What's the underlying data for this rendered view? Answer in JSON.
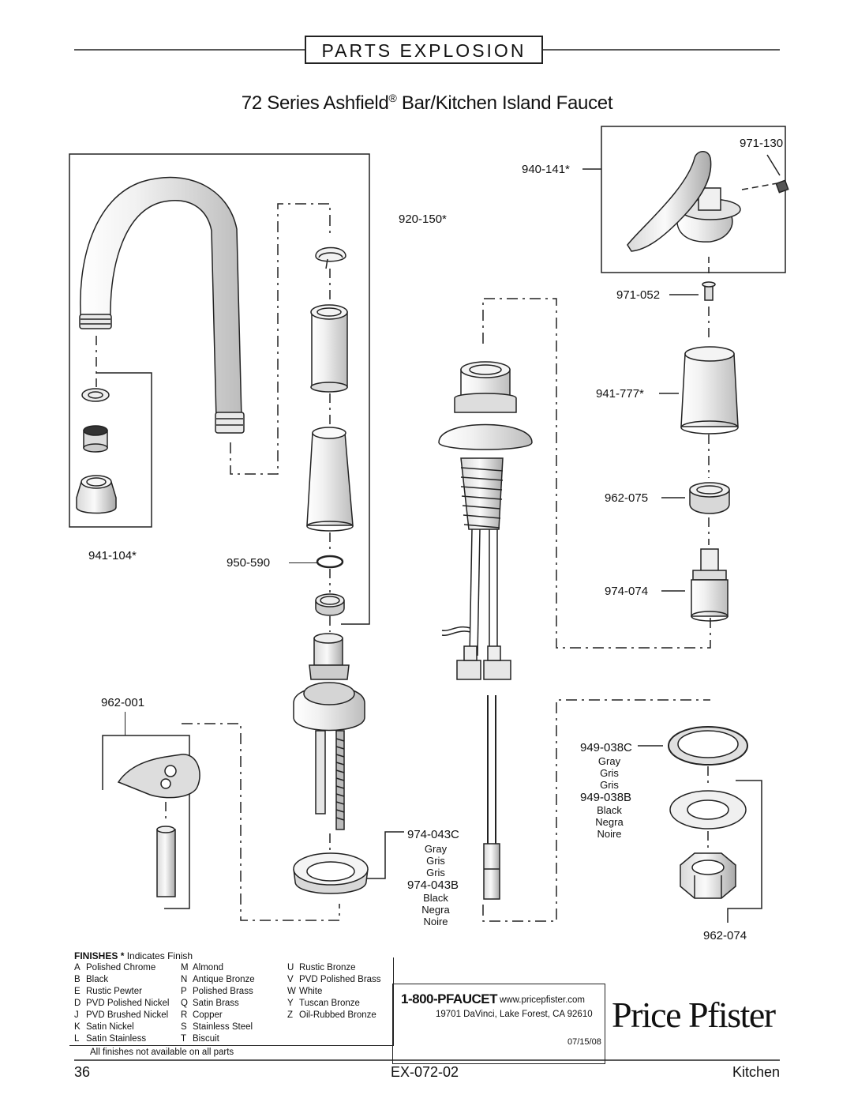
{
  "header": {
    "section_title": "PARTS EXPLOSION",
    "product_title": "72 Series Ashfield",
    "product_title_mark": "®",
    "product_title_suffix": " Bar/Kitchen Island Faucet"
  },
  "parts": {
    "p941_104": "941-104*",
    "p920_150": "920-150*",
    "p950_590": "950-590",
    "p962_001": "962-001",
    "p974_043": {
      "num_c": "974-043C",
      "c_lines": [
        "Gray",
        "Gris",
        "Gris"
      ],
      "num_b": "974-043B",
      "b_lines": [
        "Black",
        "Negra",
        "Noire"
      ]
    },
    "p940_141": "940-141*",
    "p971_130": "971-130",
    "p971_052": "971-052",
    "p941_777": "941-777*",
    "p962_075": "962-075",
    "p974_074": "974-074",
    "p949_038": {
      "num_c": "949-038C",
      "c_lines": [
        "Gray",
        "Gris",
        "Gris"
      ],
      "num_b": "949-038B",
      "b_lines": [
        "Black",
        "Negra",
        "Noire"
      ]
    },
    "p962_074": "962-074"
  },
  "finishes": {
    "heading": "FINISHES",
    "star": "*",
    "heading_note": "Indicates Finish",
    "columns": [
      [
        {
          "code": "A",
          "name": "Polished Chrome"
        },
        {
          "code": "B",
          "name": "Black"
        },
        {
          "code": "E",
          "name": "Rustic Pewter"
        },
        {
          "code": "D",
          "name": "PVD Polished Nickel"
        },
        {
          "code": "J",
          "name": "PVD Brushed Nickel"
        },
        {
          "code": "K",
          "name": "Satin Nickel"
        },
        {
          "code": "L",
          "name": "Satin Stainless"
        }
      ],
      [
        {
          "code": "M",
          "name": "Almond"
        },
        {
          "code": "N",
          "name": "Antique Bronze"
        },
        {
          "code": "P",
          "name": "Polished Brass"
        },
        {
          "code": "Q",
          "name": "Satin Brass"
        },
        {
          "code": "R",
          "name": "Copper"
        },
        {
          "code": "S",
          "name": "Stainless Steel"
        },
        {
          "code": "T",
          "name": "Biscuit"
        }
      ],
      [
        {
          "code": "U",
          "name": "Rustic Bronze"
        },
        {
          "code": "V",
          "name": "PVD Polished Brass"
        },
        {
          "code": "W",
          "name": "White"
        },
        {
          "code": "Y",
          "name": "Tuscan Bronze"
        },
        {
          "code": "Z",
          "name": "Oil-Rubbed Bronze"
        }
      ]
    ],
    "note": "All finishes not available on all parts"
  },
  "contact": {
    "phone": "1-800-PFAUCET",
    "website": "www.pricepfister.com",
    "address": "19701 DaVinci, Lake Forest, CA  92610",
    "date": "07/15/08",
    "brand": "Price Pfister"
  },
  "footer": {
    "page_number": "36",
    "doc_code": "EX-072-02",
    "category": "Kitchen"
  },
  "colors": {
    "ink": "#222222",
    "paper": "#ffffff",
    "part_fill": "#f4f4f4"
  }
}
